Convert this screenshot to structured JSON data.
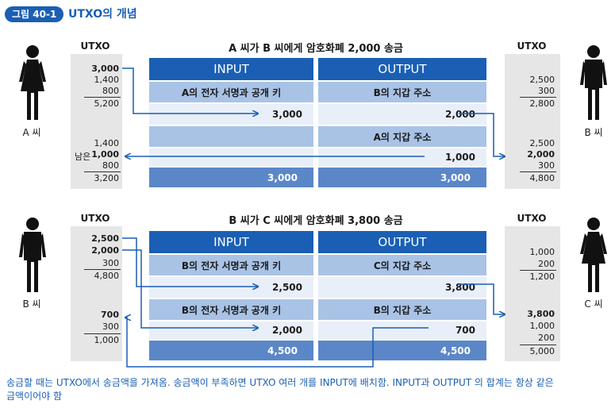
{
  "figure": {
    "badge": "그림 40-1",
    "title": "UTXO의 개념"
  },
  "utxo_label": "UTXO",
  "tx1": {
    "title": "A 씨가 B 씨에게 암호화폐 2,000 송금",
    "sender": "A 씨",
    "receiver": "B 씨",
    "input_header": "INPUT",
    "output_header": "OUTPUT",
    "input_key": "A의 전자 서명과 공개 키",
    "input_amount": "3,000",
    "output_addr1": "B의 지갑 주소",
    "output_amount1": "2,000",
    "output_addr2": "A의 지갑 주소",
    "output_amount2": "1,000",
    "input_total": "3,000",
    "output_total": "3,000",
    "left_before": [
      "3,000",
      "1,400",
      "800"
    ],
    "left_before_total": "5,200",
    "left_after": [
      "1,400",
      "1,000",
      "800"
    ],
    "left_after_total": "3,200",
    "remain_label": "남은",
    "right_before": [
      "2,500",
      "300"
    ],
    "right_before_total": "2,800",
    "right_after": [
      "2,500",
      "2,000",
      "300"
    ],
    "right_after_total": "4,800"
  },
  "tx2": {
    "title": "B 씨가 C 씨에게 암호화폐 3,800 송금",
    "sender": "B 씨",
    "receiver": "C 씨",
    "input_header": "INPUT",
    "output_header": "OUTPUT",
    "input_key1": "B의 전자 서명과 공개 키",
    "input_amount1": "2,500",
    "input_key2": "B의 전자 서명과 공개 키",
    "input_amount2": "2,000",
    "output_addr1": "C의 지갑 주소",
    "output_amount1": "3,800",
    "output_addr2": "B의 지갑 주소",
    "output_amount2": "700",
    "input_total": "4,500",
    "output_total": "4,500",
    "left_before": [
      "2,500",
      "2,000",
      "300"
    ],
    "left_before_total": "4,800",
    "left_after": [
      "700",
      "300"
    ],
    "left_after_total": "1,000",
    "right_before": [
      "1,000",
      "200"
    ],
    "right_before_total": "1,200",
    "right_after": [
      "3,800",
      "1,000",
      "200"
    ],
    "right_after_total": "5,000"
  },
  "note": "송금할 때는 UTXO에서 송금액을 가져옴. 송금액이 부족하면 UTXO 여러 개를 INPUT에 배치함. INPUT과 OUTPUT 의 합계는 항상 같은 금액이어야 함",
  "colors": {
    "accent": "#1a5fb4",
    "header": "#1a5fb4",
    "total": "#5b87c8"
  }
}
